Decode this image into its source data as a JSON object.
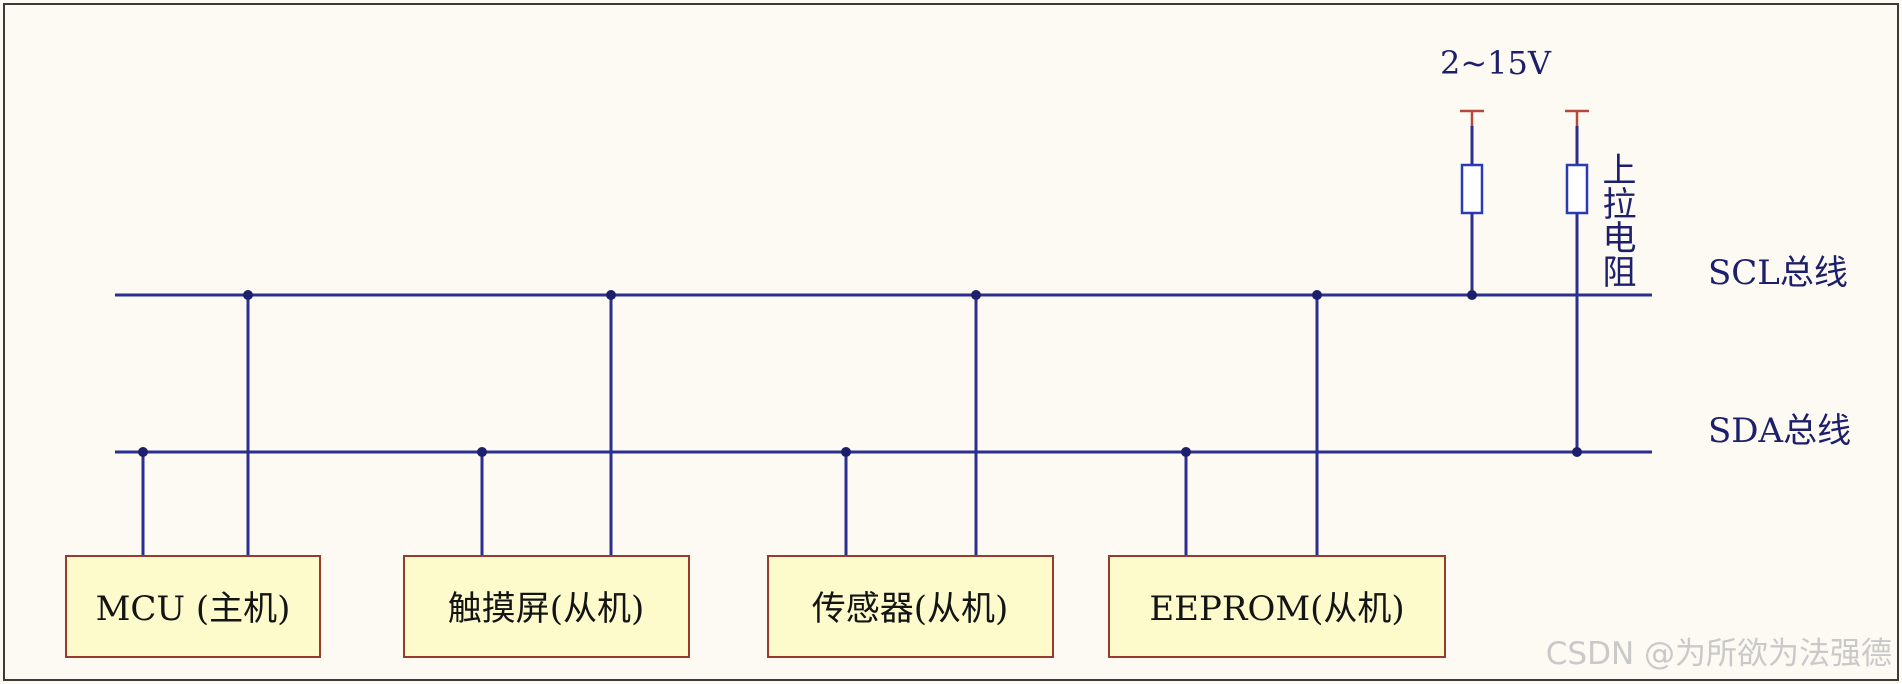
{
  "voltage_label": "2~15V",
  "pullup_label": "上拉电阻",
  "buses": [
    {
      "id": "scl",
      "label": "SCL总线"
    },
    {
      "id": "sda",
      "label": "SDA总线"
    }
  ],
  "devices": [
    {
      "id": "mcu",
      "label": "MCU (主机)"
    },
    {
      "id": "touch",
      "label": "触摸屏(从机)"
    },
    {
      "id": "sensor",
      "label": "传感器(从机)"
    },
    {
      "id": "eeprom",
      "label": "EEPROM(从机)"
    }
  ],
  "watermark": "CSDN @为所欲为法强德",
  "colors": {
    "background": "#fdfaf4",
    "wire": "#2b2f8f",
    "device_fill": "#fdfacb",
    "device_border": "#9a3a2a",
    "resistor_border": "#2b3bb5",
    "rail_cap": "#b5483a"
  }
}
